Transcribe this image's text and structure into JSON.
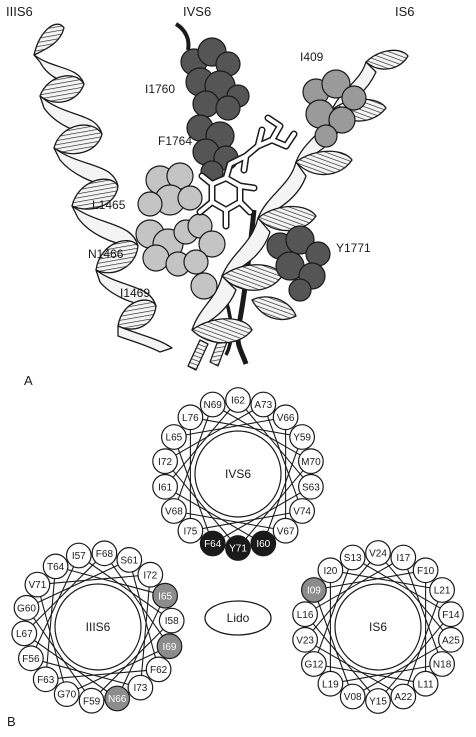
{
  "panel_a": {
    "panel_label": "A",
    "helix_labels": {
      "left": "IIIS6",
      "middle": "IVS6",
      "right": "IS6"
    },
    "residue_labels": {
      "i1760": "I1760",
      "f1764": "F1764",
      "i409": "I409",
      "l1465": "L1465",
      "n1466": "N1466",
      "i1469": "I1469",
      "y1771": "Y1771"
    }
  },
  "panel_b": {
    "panel_label": "B",
    "center_label": "Lido",
    "wheels": [
      {
        "key": "ivs6",
        "name": "IVS6",
        "residues": [
          {
            "label": "I62",
            "fill": "white"
          },
          {
            "label": "A73",
            "fill": "white"
          },
          {
            "label": "V66",
            "fill": "white"
          },
          {
            "label": "Y59",
            "fill": "white"
          },
          {
            "label": "M70",
            "fill": "white"
          },
          {
            "label": "S63",
            "fill": "white"
          },
          {
            "label": "V74",
            "fill": "white"
          },
          {
            "label": "V67",
            "fill": "white"
          },
          {
            "label": "I60",
            "fill": "black"
          },
          {
            "label": "Y71",
            "fill": "black"
          },
          {
            "label": "F64",
            "fill": "black"
          },
          {
            "label": "I75",
            "fill": "white"
          },
          {
            "label": "V68",
            "fill": "white"
          },
          {
            "label": "I61",
            "fill": "white"
          },
          {
            "label": "I72",
            "fill": "white"
          },
          {
            "label": "L65",
            "fill": "white"
          },
          {
            "label": "L76",
            "fill": "white"
          },
          {
            "label": "N69",
            "fill": "white"
          }
        ]
      },
      {
        "key": "iiis6",
        "name": "IIIS6",
        "residues": [
          {
            "label": "S61",
            "fill": "white"
          },
          {
            "label": "I72",
            "fill": "white"
          },
          {
            "label": "I65",
            "fill": "gray"
          },
          {
            "label": "I58",
            "fill": "white"
          },
          {
            "label": "I69",
            "fill": "gray"
          },
          {
            "label": "F62",
            "fill": "white"
          },
          {
            "label": "I73",
            "fill": "white"
          },
          {
            "label": "N66",
            "fill": "gray"
          },
          {
            "label": "F59",
            "fill": "white"
          },
          {
            "label": "G70",
            "fill": "white"
          },
          {
            "label": "F63",
            "fill": "white"
          },
          {
            "label": "F56",
            "fill": "white"
          },
          {
            "label": "L67",
            "fill": "white"
          },
          {
            "label": "G60",
            "fill": "white"
          },
          {
            "label": "V71",
            "fill": "white"
          },
          {
            "label": "T64",
            "fill": "white"
          },
          {
            "label": "I57",
            "fill": "white"
          },
          {
            "label": "F68",
            "fill": "white"
          }
        ]
      },
      {
        "key": "is6",
        "name": "IS6",
        "residues": [
          {
            "label": "I17",
            "fill": "white"
          },
          {
            "label": "F10",
            "fill": "white"
          },
          {
            "label": "L21",
            "fill": "white"
          },
          {
            "label": "F14",
            "fill": "white"
          },
          {
            "label": "A25",
            "fill": "white"
          },
          {
            "label": "N18",
            "fill": "white"
          },
          {
            "label": "L11",
            "fill": "white"
          },
          {
            "label": "A22",
            "fill": "white"
          },
          {
            "label": "Y15",
            "fill": "white"
          },
          {
            "label": "V08",
            "fill": "white"
          },
          {
            "label": "L19",
            "fill": "white"
          },
          {
            "label": "G12",
            "fill": "white"
          },
          {
            "label": "V23",
            "fill": "white"
          },
          {
            "label": "L16",
            "fill": "white"
          },
          {
            "label": "I09",
            "fill": "gray"
          },
          {
            "label": "I20",
            "fill": "white"
          },
          {
            "label": "S13",
            "fill": "white"
          },
          {
            "label": "V24",
            "fill": "white"
          }
        ]
      }
    ]
  },
  "colors": {
    "ink": "#1a1a1a",
    "dark_sphere": "#555555",
    "mid_sphere": "#9a9a9a",
    "light_sphere": "#c4c4c4",
    "highlight_gray": "#8c8c8c",
    "ribbon_face": "#f4f4f4"
  }
}
